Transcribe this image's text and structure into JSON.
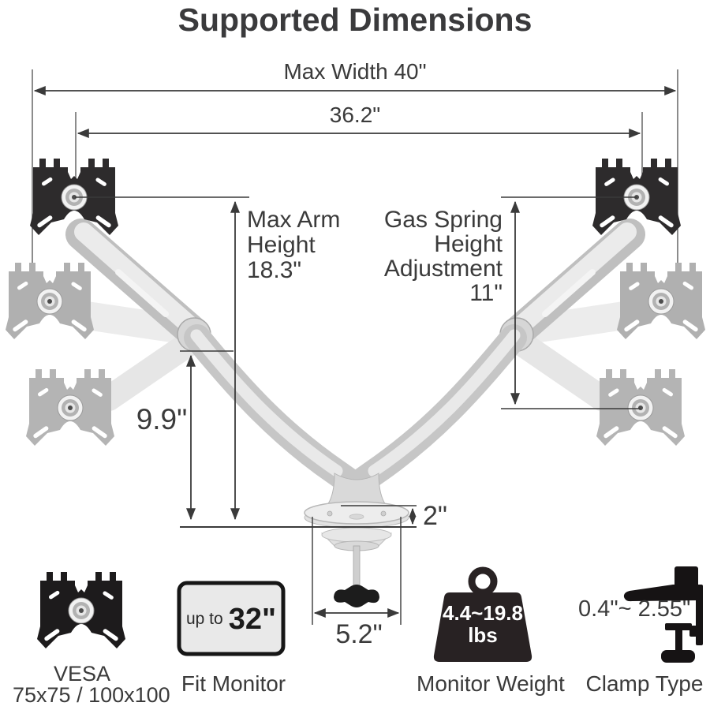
{
  "title": "Supported Dimensions",
  "dimensions": {
    "max_width": "Max Width 40\"",
    "arm_span": "36.2\"",
    "max_arm_height": {
      "line1": "Max Arm",
      "line2": "Height",
      "line3": "18.3\""
    },
    "gas_spring": {
      "line1": "Gas Spring",
      "line2": "Height",
      "line3": "Adjustment",
      "line4": "11\""
    },
    "lowered_height": "9.9\"",
    "base_above_desk": "2\"",
    "base_width": "5.2\""
  },
  "features": {
    "vesa": {
      "title": "VESA",
      "subtitle": "75x75 / 100x100"
    },
    "fit_monitor": {
      "prefix": "up to",
      "size": "32\"",
      "label": "Fit Monitor"
    },
    "monitor_weight": {
      "range": "4.4~19.8",
      "unit": "lbs",
      "label": "Monitor Weight"
    },
    "clamp": {
      "range": "0.4\"~ 2.55\"",
      "label": "Clamp Type"
    }
  },
  "colors": {
    "text": "#3b3b3b",
    "dimension_line": "#3f3f3f",
    "plate_black": "#2d2b2c",
    "plate_ghost": "#b0b0b0",
    "arm_silver": "#c6c6c6",
    "icon_black": "#1d191a"
  }
}
